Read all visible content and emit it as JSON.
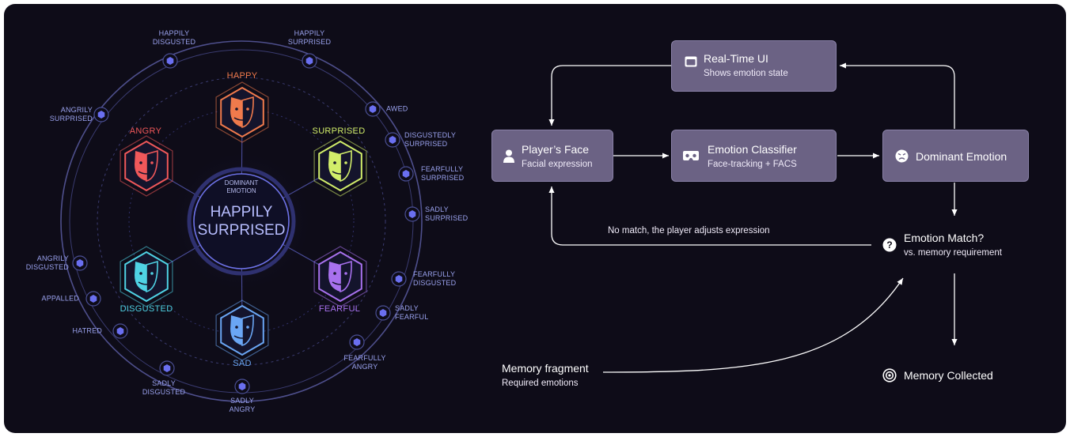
{
  "wheel": {
    "center_small": "DOMINANT\nEMOTION",
    "center_big": "HAPPILY\nSURPRISED",
    "emotions": [
      {
        "name": "HAPPY",
        "color": "#f07a4c",
        "icon": "happy-face-icon"
      },
      {
        "name": "SURPRISED",
        "color": "#d2ee6a",
        "icon": "surprised-face-icon"
      },
      {
        "name": "FEARFUL",
        "color": "#a871ee",
        "icon": "fearful-face-icon"
      },
      {
        "name": "SAD",
        "color": "#6aa6f4",
        "icon": "sad-face-icon"
      },
      {
        "name": "DISGUSTED",
        "color": "#4fd2e4",
        "icon": "disgusted-face-icon"
      },
      {
        "name": "ANGRY",
        "color": "#f0585a",
        "icon": "angry-face-icon"
      }
    ],
    "compound_emotions": [
      "HAPPILY\nDISGUSTED",
      "HAPPILY\nSURPRISED",
      "AWED",
      "DISGUSTEDLY\nSURPRISED",
      "FEARFULLY\nSURPRISED",
      "SADLY\nSURPRISED",
      "FEARFULLY\nDISGUSTED",
      "SADLY\nFEARFUL",
      "FEARFULLY\nANGRY",
      "SADLY\nANGRY",
      "SADLY\nDISGUSTED",
      "HATRED",
      "APPALLED",
      "ANGRILY\nDISGUSTED",
      "ANGRILY\nSURPRISED"
    ]
  },
  "flow": {
    "realtime": {
      "title": "Real-Time UI",
      "sub": "Shows emotion state",
      "icon": "window-icon"
    },
    "player": {
      "title": "Player’s Face",
      "sub": "Facial expression",
      "icon": "person-icon"
    },
    "classifier": {
      "title": "Emotion Classifier",
      "sub": "Face-tracking + FACS",
      "icon": "vr-headset-icon"
    },
    "dominant": {
      "title": "Dominant Emotion",
      "icon": "frown-face-icon"
    },
    "match": {
      "title": "Emotion Match?",
      "sub": "vs. memory requirement",
      "icon": "question-icon"
    },
    "no_match": "No match, the player adjusts expression",
    "fragment": {
      "title": "Memory fragment",
      "sub": "Required emotions"
    },
    "collected": {
      "title": "Memory Collected",
      "icon": "target-icon"
    }
  }
}
